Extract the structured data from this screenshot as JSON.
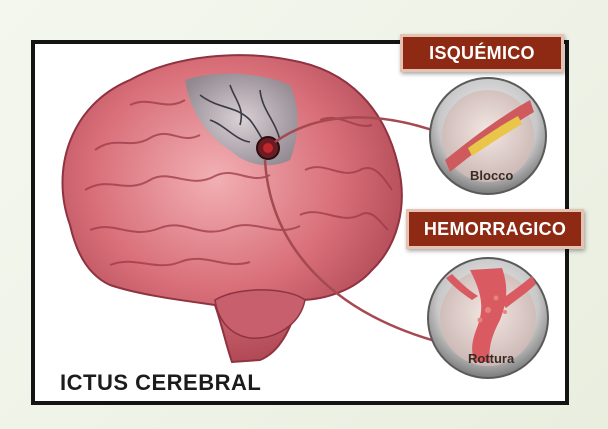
{
  "labels": {
    "ischemic": "ISQUÉMICO",
    "hemorrhagic": "HEMORRAGICO"
  },
  "captions": {
    "blockage": "Blocco",
    "rupture": "Rottura"
  },
  "title": "ICTUS CEREBRAL",
  "colors": {
    "label_fill": "#8e2a13",
    "label_border": "#e6c2b2",
    "brain_pink": "#d9707a",
    "frame_border": "#141414"
  },
  "icons": [
    "brain-illustration",
    "artery-blockage-icon",
    "vessel-rupture-icon",
    "clot-marker-icon"
  ]
}
